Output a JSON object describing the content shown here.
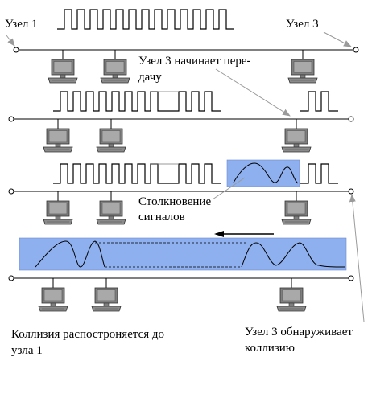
{
  "labels": {
    "node1": "Узел 1",
    "node3": "Узел 3",
    "node3_starts_1": "Узел 3 начинает пере-",
    "node3_starts_2": "дачу",
    "collision_1": "Столкновение",
    "collision_2": "сигналов",
    "propagates_1": "Коллизия распостроняется до",
    "propagates_2": "узла 1",
    "detects_1": "Узел 3 обнаруживает",
    "detects_2": "коллизию"
  },
  "colors": {
    "line": "#000000",
    "collision_fill": "#8fb0ee",
    "annotation": "#9a9a9a",
    "computer_body": "#7f7f7f",
    "computer_screen": "#a6a6a6"
  },
  "icons": [
    "computer-icon",
    "arrow-left-icon",
    "node-terminal-icon"
  ]
}
